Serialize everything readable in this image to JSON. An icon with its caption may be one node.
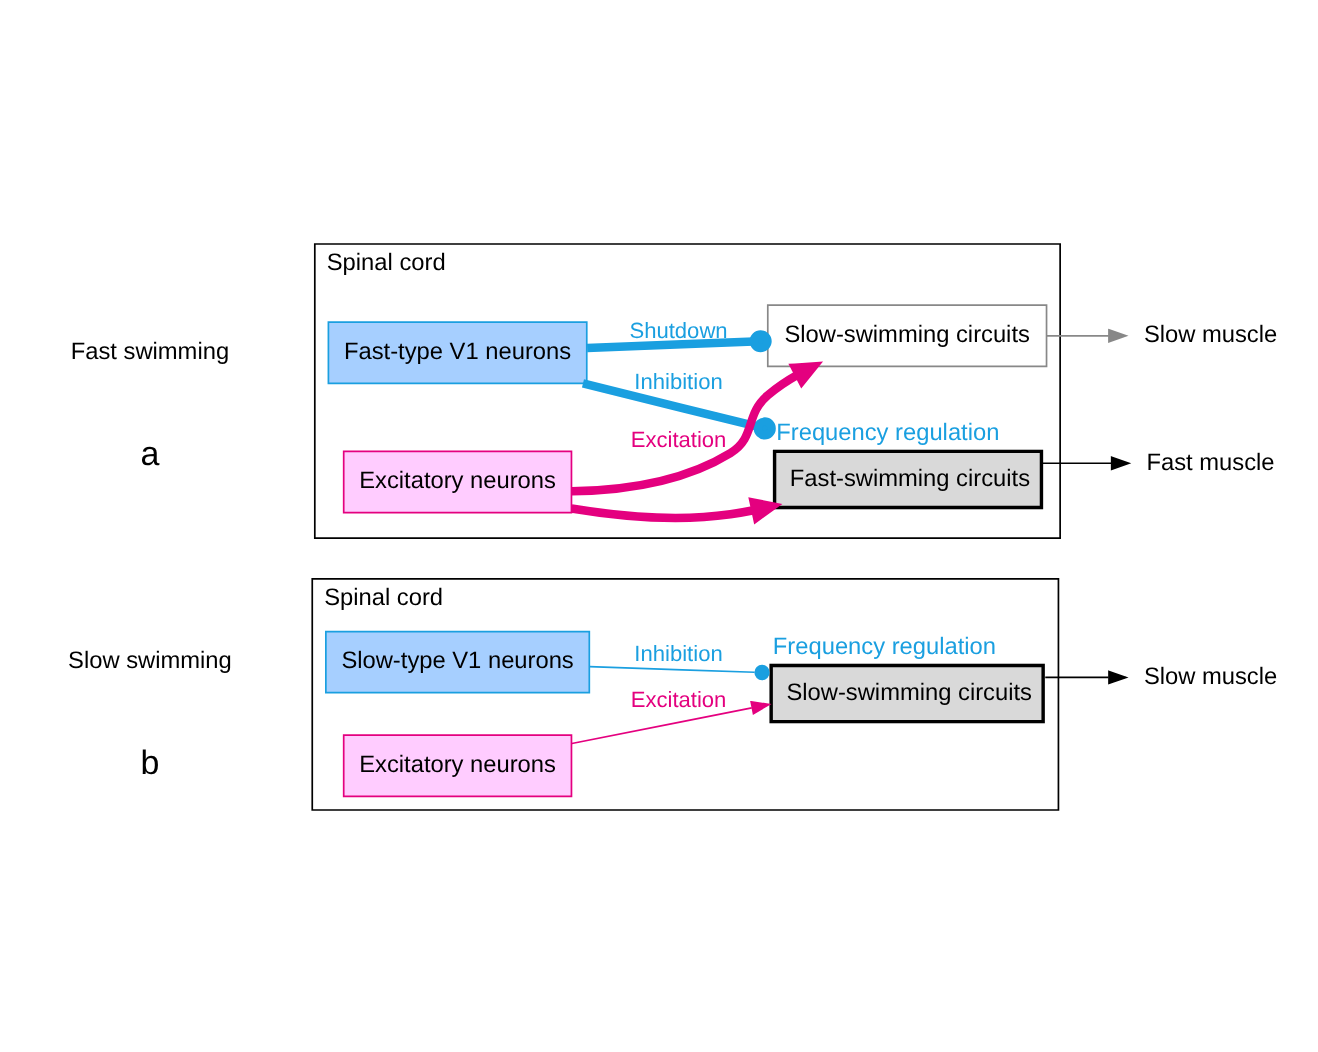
{
  "diagram": {
    "nodes": [
      {
        "text": [
          "Spinal cord"
        ]
      },
      {
        "text": [
          "Fast-type V1 neurons"
        ],
        "in": 0
      },
      {
        "text": [
          "Excitatory neurons"
        ],
        "in": 0
      },
      {
        "text": [
          "Fast-swimming circuits"
        ],
        "in": 0,
        "beside": [
          "Frequency regulation"
        ]
      },
      {
        "text": [
          "Slow-swimming circuits"
        ],
        "in": 0
      },
      {
        "text": [
          "Fast muscle"
        ]
      },
      {
        "text": [
          "Slow muscle"
        ]
      },
      {
        "text": [
          "Spinal cord"
        ]
      },
      {
        "text": [
          "Slow-type V1 neurons"
        ],
        "in": 7
      },
      {
        "text": [
          "Excitatory neurons"
        ],
        "in": 7
      },
      {
        "text": [
          "Slow-swimming circuits"
        ],
        "in": 7,
        "beside": [
          "Frequency regulation"
        ]
      },
      {
        "text": [
          "Slow muscle"
        ]
      }
    ],
    "edges": [
      {
        "from": 1,
        "to": 3,
        "arrow": "other",
        "label": "Inhibition",
        "style": "thick",
        "color": "#1a9fe0"
      },
      {
        "from": 1,
        "to": 4,
        "arrow": "other",
        "label": "Shutdown",
        "style": "thick",
        "color": "#1a9fe0"
      },
      {
        "from": 2,
        "to": 3,
        "arrow": "to",
        "style": "thick",
        "color": "#e4007f"
      },
      {
        "from": 2,
        "to": 4,
        "arrow": "to",
        "label": "Excitation",
        "style": "thick",
        "color": "#e4007f"
      },
      {
        "from": 3,
        "to": 5,
        "arrow": "to",
        "color": "#000000"
      },
      {
        "from": 4,
        "to": 6,
        "arrow": "to",
        "color": "#888888"
      },
      {
        "from": 8,
        "to": 10,
        "arrow": "other",
        "label": "Inhibition",
        "color": "#1a9fe0"
      },
      {
        "from": 9,
        "to": 10,
        "arrow": "to",
        "label": "Excitation",
        "color": "#e4007f"
      },
      {
        "from": 10,
        "to": 11,
        "arrow": "to",
        "color": "#000000"
      }
    ],
    "labels": [
      "a",
      "Fast swimming",
      "b",
      "Slow swimming"
    ]
  }
}
